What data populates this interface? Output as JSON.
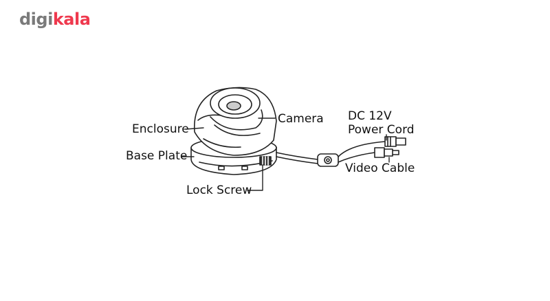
{
  "logo": {
    "part1": "digi",
    "part2": "kala",
    "colors": {
      "digi": "#7a7a7a",
      "kala": "#ef394e"
    }
  },
  "labels": {
    "enclosure": "Enclosure",
    "base_plate": "Base Plate",
    "lock_screw": "Lock Screw",
    "camera": "Camera",
    "dc_line1": "DC 12V",
    "dc_line2": "Power Cord",
    "video_cable": "Video Cable"
  }
}
